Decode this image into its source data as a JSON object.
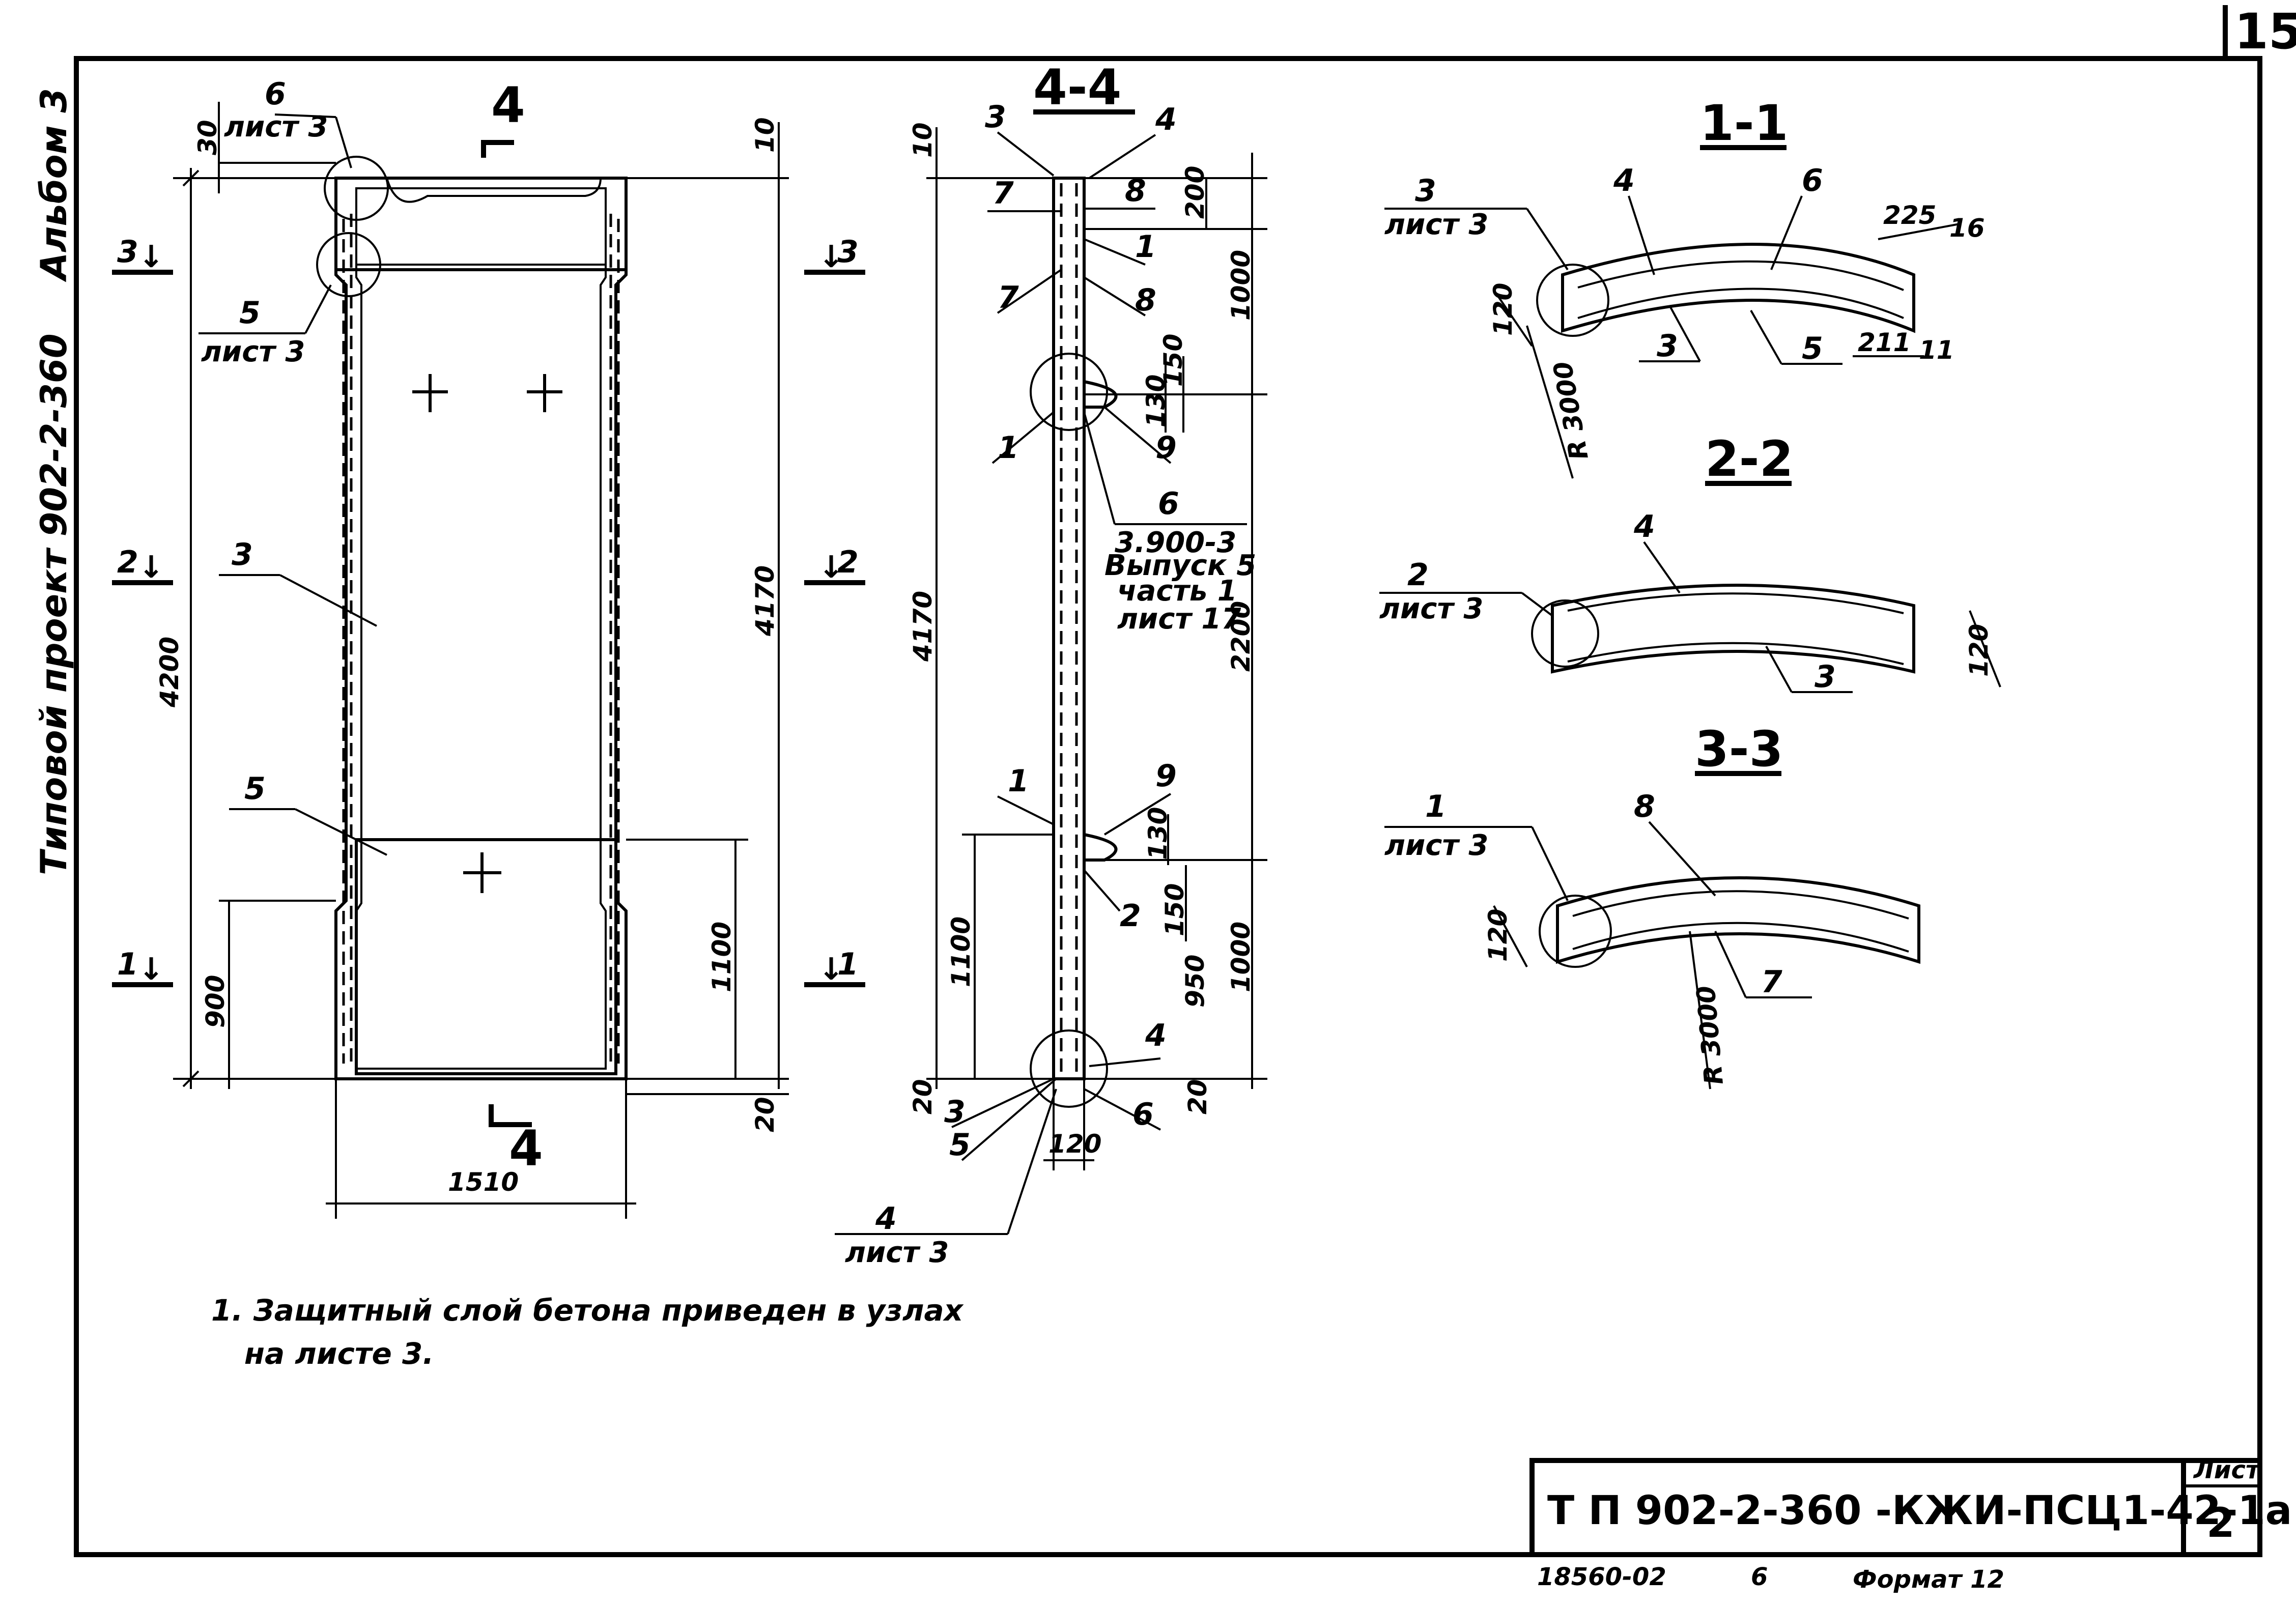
{
  "page_number": "15",
  "side_text": {
    "album": "Альбом 3",
    "project": "Типовой проект 902-2-360"
  },
  "plan": {
    "section_mark": "4",
    "labels": {
      "item6": "6",
      "item6_ref": "лист 3",
      "item5": "5",
      "item5_ref": "лист 3",
      "item3": "3",
      "item5_lower": "5"
    },
    "dims": {
      "top_left": "30",
      "top_right": "10",
      "height_total": "4200",
      "height_inner": "4170",
      "lower_left": "900",
      "lower_right": "1100",
      "bottom_right": "20",
      "width": "1510"
    },
    "cut_marks": {
      "c3_left": "3",
      "c3_right": "3",
      "c2_left": "2",
      "c2_right": "2",
      "c1_left": "1",
      "c1_right": "1"
    }
  },
  "section_44": {
    "title": "4-4",
    "callouts": {
      "top3": "3",
      "top4": "4",
      "c7a": "7",
      "c8a": "8",
      "c1a": "1",
      "c7b": "7",
      "c8b": "8",
      "c1b": "1",
      "c9a": "9",
      "c6": "6",
      "c1c": "1",
      "c9b": "9",
      "c2": "2",
      "c4b": "4",
      "c3b": "3",
      "c5b": "5",
      "c6b": "6",
      "c4c": "4",
      "c4c_ref": "лист 3"
    },
    "reference": [
      "3.900-3",
      "Выпуск 5",
      "часть 1",
      "лист 17"
    ],
    "dims": {
      "top10": "10",
      "d200": "200",
      "d1000a": "1000",
      "d130a": "130",
      "d150a": "150",
      "d2200": "2200",
      "d4170": "4170",
      "d130b": "130",
      "d150b": "150",
      "d1100": "1100",
      "d950": "950",
      "d1000b": "1000",
      "d20l": "20",
      "d20r": "20",
      "d120": "120"
    }
  },
  "section_11": {
    "title": "1-1",
    "labels": {
      "l3": "3",
      "l3_ref": "лист 3",
      "l4": "4",
      "l6": "6",
      "l3b": "3",
      "l5": "5"
    },
    "dims": {
      "d225": "225",
      "d16": "16",
      "d120": "120",
      "d211": "211",
      "d11": "11",
      "radius": "R 3000"
    }
  },
  "section_22": {
    "title": "2-2",
    "labels": {
      "l4": "4",
      "l2": "2",
      "l2_ref": "лист 3",
      "l3": "3"
    },
    "dims": {
      "d120": "120"
    }
  },
  "section_33": {
    "title": "3-3",
    "labels": {
      "l1": "1",
      "l1_ref": "лист 3",
      "l8": "8",
      "l7": "7"
    },
    "dims": {
      "d120": "120",
      "radius": "R 3000"
    }
  },
  "notes": [
    "1. Защитный слой бетона приведен в узлах",
    "на листе 3."
  ],
  "title_block": {
    "code": "Т П 902-2-360 -КЖИ-ПСЦ1-42-1а",
    "sheet_label": "Лист",
    "sheet_number": "2"
  },
  "footer": {
    "number": "18560-02",
    "copy": "6",
    "format": "Формат 12"
  }
}
